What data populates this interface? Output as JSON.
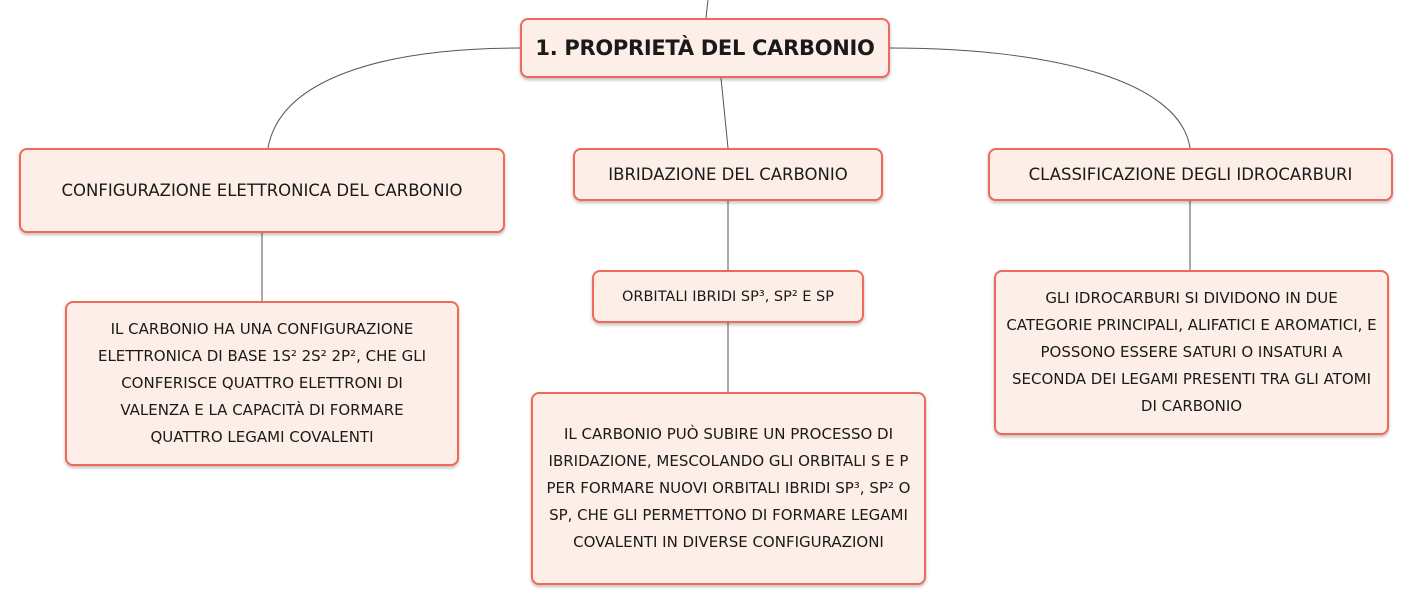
{
  "root": {
    "label": "1. PROPRIETÀ DEL CARBONIO"
  },
  "topics": [
    {
      "title": "CONFIGURAZIONE ELETTRONICA DEL CARBONIO",
      "details": [
        "IL CARBONIO HA UNA CONFIGURAZIONE ELETTRONICA DI BASE 1S² 2S² 2P², CHE GLI CONFERISCE QUATTRO ELETTRONI DI VALENZA E LA CAPACITÀ DI FORMARE QUATTRO LEGAMI COVALENTI"
      ]
    },
    {
      "title": "IBRIDAZIONE DEL CARBONIO",
      "details": [
        "ORBITALI IBRIDI SP³, SP² E SP",
        "IL CARBONIO PUÒ SUBIRE UN PROCESSO DI IBRIDAZIONE, MESCOLANDO GLI ORBITALI S E P PER FORMARE NUOVI ORBITALI IBRIDI SP³, SP² O SP, CHE GLI PERMETTONO DI FORMARE LEGAMI COVALENTI IN DIVERSE CONFIGURAZIONI"
      ]
    },
    {
      "title": "CLASSIFICAZIONE DEGLI IDROCARBURI",
      "details": [
        "GLI IDROCARBURI SI DIVIDONO IN DUE CATEGORIE PRINCIPALI, ALIFATICI E AROMATICI, E POSSONO ESSERE SATURI O INSATURI A SECONDA DEI LEGAMI PRESENTI TRA GLI ATOMI DI CARBONIO"
      ]
    }
  ]
}
